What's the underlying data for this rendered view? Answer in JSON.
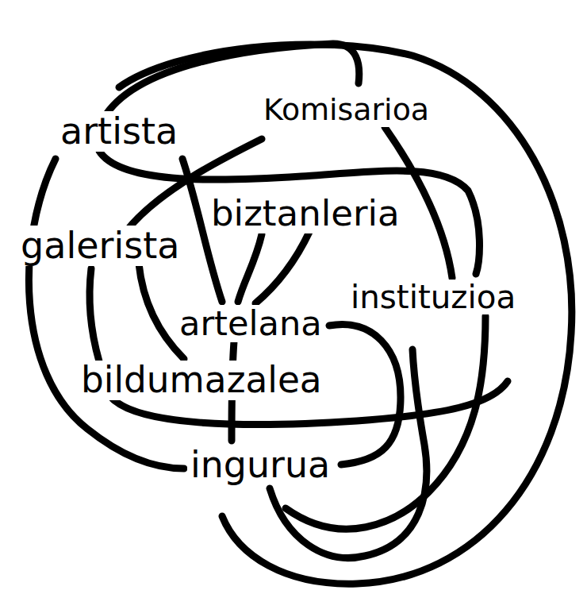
{
  "diagram": {
    "labels": [
      "artista",
      "Komisarioa",
      "biztanleria",
      "galerista",
      "artelana",
      "instituzioa",
      "bildumazalea",
      "ingurua"
    ]
  }
}
